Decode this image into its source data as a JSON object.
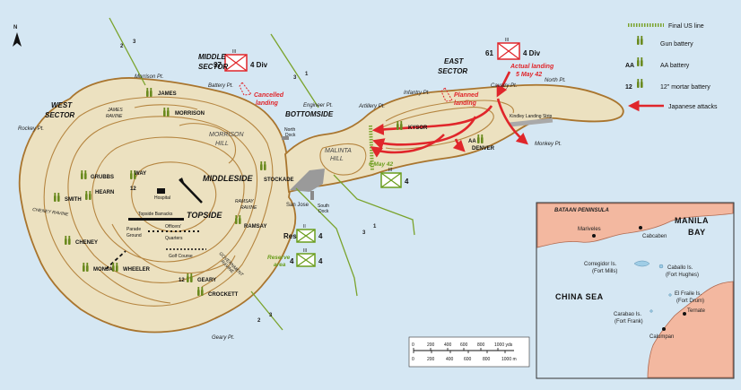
{
  "north": "N",
  "sectors": {
    "west_1": "WEST",
    "west_2": "SECTOR",
    "middle_1": "MIDDLE",
    "middle_2": "SECTOR",
    "bottom": "BOTTOMSIDE",
    "east_1": "EAST",
    "east_2": "SECTOR"
  },
  "zones": {
    "middleside": "MIDDLESIDE",
    "topside": "TOPSIDE"
  },
  "areas": {
    "morrison_hill_1": "MORRISON",
    "morrison_hill_2": "HILL",
    "malinta_1": "MALINTA",
    "malinta_2": "HILL"
  },
  "points": {
    "morrison": "Morrison Pt.",
    "battery": "Battery Pt.",
    "rockey": "Rockey Pt.",
    "engineer": "Engineer Pt.",
    "artillery": "Artillery Pt.",
    "infantry": "Infantry Pt.",
    "cavalry": "Cavalry Pt.",
    "north": "North Pt.",
    "monkey": "Monkey Pt.",
    "geary": "Geary Pt."
  },
  "features": {
    "james_ravine_1": "JAMES",
    "james_ravine_2": "RAVINE",
    "cheney_ravine": "CHENEY RAVINE",
    "ramsay_ravine_1": "RAMSAY",
    "ramsay_ravine_2": "RAVINE",
    "government_ravine_1": "GOVERNMENT",
    "government_ravine_2": "RAVINE",
    "hospital": "Hospital",
    "topside_barracks": "Topside Barracks",
    "parade_1": "Parade",
    "parade_2": "Ground",
    "officers_1": "Officers'",
    "officers_2": "Quarters",
    "golf": "Golf Course",
    "north_dock_1": "North",
    "north_dock_2": "Dock",
    "south_dock_1": "South",
    "south_dock_2": "Dock",
    "san_jose": "San Jose",
    "kindley": "Kindley Landing Strip"
  },
  "batteries": {
    "james": "JAMES",
    "morrison": "MORRISON",
    "grubbs": "GRUBBS",
    "smith": "SMITH",
    "hearn": "HEARN",
    "way": "WAY",
    "way_count": "12",
    "cheney": "CHENEY",
    "monja": "MONJA",
    "wheeler": "WHEELER",
    "geary": "GEARY",
    "geary_count": "12",
    "crockett": "CROCKETT",
    "ramsay": "RAMSAY",
    "stockade": "STOCKADE",
    "kysor": "KYSOR",
    "denver": "DENVER",
    "denver_aa": "AA"
  },
  "annotations": {
    "cancelled_1": "Cancelled",
    "cancelled_2": "landing",
    "planned_1": "Planned",
    "planned_2": "landing",
    "actual_1": "Actual landing",
    "actual_2": "5 May 42",
    "us_line_date": "6 May 42",
    "reserve_1": "Reserve",
    "reserve_2": "area"
  },
  "units": {
    "div37_num": "37",
    "div37_label": "4 Div",
    "div61_num": "61",
    "div61_label": "4 Div",
    "malinta_unit": "4",
    "res_label": "Res",
    "res_unit": "4",
    "reserve_num": "4",
    "reserve_unit": "4",
    "ech_3": "III",
    "ech_2": "II"
  },
  "boundaries": {
    "b1": "2",
    "b1b": "3",
    "b2": "3",
    "b2b": "1",
    "b3": "3",
    "b3b": "1",
    "b4": "2",
    "b4b": "3"
  },
  "legend": {
    "us_line": "Final US line",
    "gun": "Gun battery",
    "aa_prefix": "AA",
    "aa": "AA battery",
    "mortar_prefix": "12",
    "mortar": "12\" mortar battery",
    "attacks": "Japanese attacks"
  },
  "inset": {
    "bataan": "BATAAN PENINSULA",
    "manila_1": "MANILA",
    "manila_2": "BAY",
    "mariveles": "Mariveles",
    "cabcaben": "Cabcaben",
    "china_sea": "CHINA SEA",
    "corregidor_1": "Corregidor Is.",
    "corregidor_2": "(Fort Mills)",
    "caballo_1": "Caballo Is.",
    "caballo_2": "(Fort Hughes)",
    "fraile_1": "El Fraile Is.",
    "fraile_2": "(Fort Drum)",
    "carabao_1": "Carabao Is.",
    "carabao_2": "(Fort Frank)",
    "ternate": "Ternate",
    "calumpan": "Calumpan"
  },
  "scale": {
    "yards": [
      "0",
      "200",
      "400",
      "600",
      "800",
      "1000 yds"
    ],
    "metres": [
      "0",
      "200",
      "400",
      "600",
      "800",
      "1000 m"
    ]
  },
  "colors": {
    "sea": "#d5e7f3",
    "land": "#ece1c0",
    "contour": "#a9752e",
    "attack": "#e0262b",
    "us": "#7aa32c",
    "inset_land": "#f3b8a0"
  }
}
